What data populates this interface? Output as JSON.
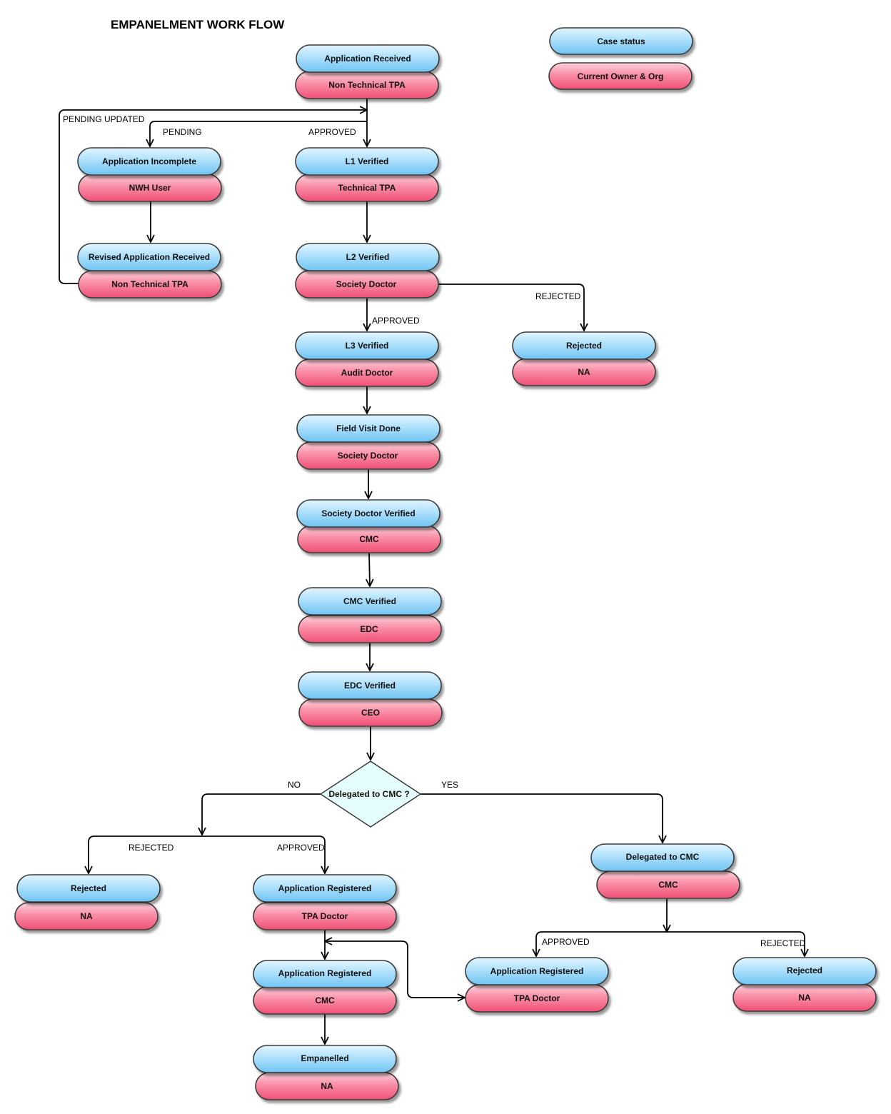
{
  "title": "EMPANELMENT WORK FLOW",
  "colors": {
    "status_fill": "#a8dcfa",
    "owner_fill": "#f77f9a",
    "decision_fill": "#e4fcfc",
    "edge": "#000000"
  },
  "legend": {
    "status": "Case status",
    "owner": "Current Owner & Org"
  },
  "nodes": {
    "app_received": {
      "status": "Application Received",
      "owner": "Non Technical TPA"
    },
    "app_incomplete": {
      "status": "Application Incomplete",
      "owner": "NWH User"
    },
    "l1_verified": {
      "status": "L1 Verified",
      "owner": "Technical TPA"
    },
    "revised_received": {
      "status": "Revised Application Received",
      "owner": "Non Technical TPA"
    },
    "l2_verified": {
      "status": "L2 Verified",
      "owner": "Society Doctor"
    },
    "l3_verified": {
      "status": "L3 Verified",
      "owner": "Audit Doctor"
    },
    "rejected_top": {
      "status": "Rejected",
      "owner": "NA"
    },
    "field_visit": {
      "status": "Field Visit Done",
      "owner": "Society Doctor"
    },
    "sd_verified": {
      "status": "Society Doctor Verified",
      "owner": "CMC"
    },
    "cmc_verified": {
      "status": "CMC Verified",
      "owner": "EDC"
    },
    "edc_verified": {
      "status": "EDC Verified",
      "owner": "CEO"
    },
    "rejected_left": {
      "status": "Rejected",
      "owner": "NA"
    },
    "app_registered_1": {
      "status": "Application Registered",
      "owner": "TPA Doctor"
    },
    "app_registered_2": {
      "status": "Application Registered",
      "owner": "CMC"
    },
    "empanelled": {
      "status": "Empanelled",
      "owner": "NA"
    },
    "delegated_cmc": {
      "status": "Delegated to CMC",
      "owner": "CMC"
    },
    "app_registered_3": {
      "status": "Application Registered",
      "owner": "TPA Doctor"
    },
    "rejected_right": {
      "status": "Rejected",
      "owner": "NA"
    }
  },
  "decision": {
    "label": "Delegated to CMC ?"
  },
  "edge_labels": {
    "pending_updated": "PENDING UPDATED",
    "pending": "PENDING",
    "approved_l1": "APPROVED",
    "approved_l3": "APPROVED",
    "rejected_l2": "REJECTED",
    "no": "NO",
    "yes": "YES",
    "rejected_no": "REJECTED",
    "approved_no": "APPROVED",
    "approved_yes": "APPROVED",
    "rejected_yes": "REJECTED"
  }
}
